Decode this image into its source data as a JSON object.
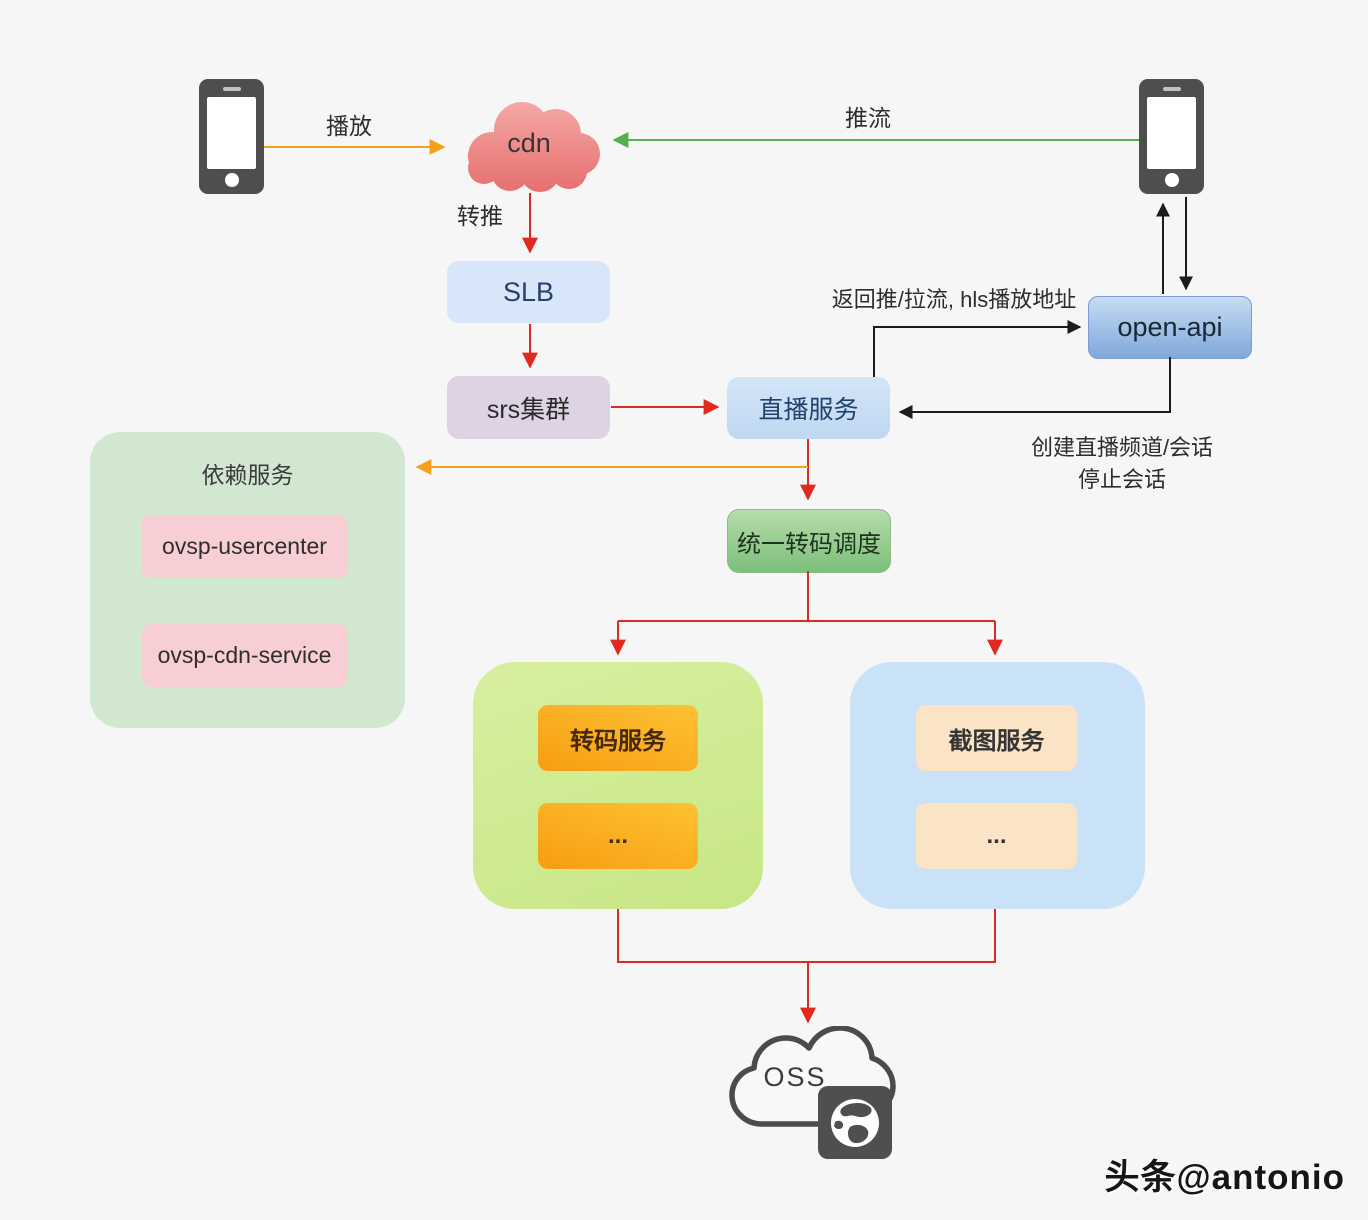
{
  "nodes": {
    "cdn": "cdn",
    "slb": "SLB",
    "srs_cluster": "srs集群",
    "live_service": "直播服务",
    "open_api": "open-api",
    "transcode_scheduler": "统一转码调度",
    "dependency_group": {
      "title": "依赖服务",
      "items": [
        "ovsp-usercenter",
        "ovsp-cdn-service"
      ]
    },
    "transcode_group": {
      "items": [
        "转码服务",
        "..."
      ]
    },
    "snapshot_group": {
      "items": [
        "截图服务",
        "..."
      ]
    },
    "oss": "OSS"
  },
  "edge_labels": {
    "play": "播放",
    "push": "推流",
    "relay_push": "转推",
    "return_urls": "返回推/拉流, hls播放地址",
    "create_channel": "创建直播频道/会话",
    "stop_session": "停止会话"
  },
  "icons": {
    "viewer_phone": "smartphone-icon",
    "streamer_phone": "smartphone-icon",
    "cdn": "cloud-icon",
    "oss": "cloud-outline-icon",
    "oss_globe": "globe-icon"
  },
  "colors": {
    "background": "#f7f6f7",
    "arrow_red": "#e02a1f",
    "arrow_orange": "#f5a11c",
    "arrow_green": "#55b14e",
    "arrow_black": "#1c1c1c",
    "cdn_cloud": "#ec8585",
    "slb_box": "#d7e6f8",
    "srs_box": "#ddd3e5",
    "live_box": "#c9ddf5",
    "open_api_box": "#8fb3e2",
    "scheduler_box": "#93cb8b",
    "dependency_box": "#d2e7d0",
    "dependency_item": "#f7ced3",
    "transcode_group_box": "#cfe993",
    "transcode_item": "#fbae21",
    "snapshot_group_box": "#c9e2f8",
    "snapshot_item": "#fbe3c5",
    "phone": "#4e4e4e"
  },
  "watermark": "头条@antonio"
}
